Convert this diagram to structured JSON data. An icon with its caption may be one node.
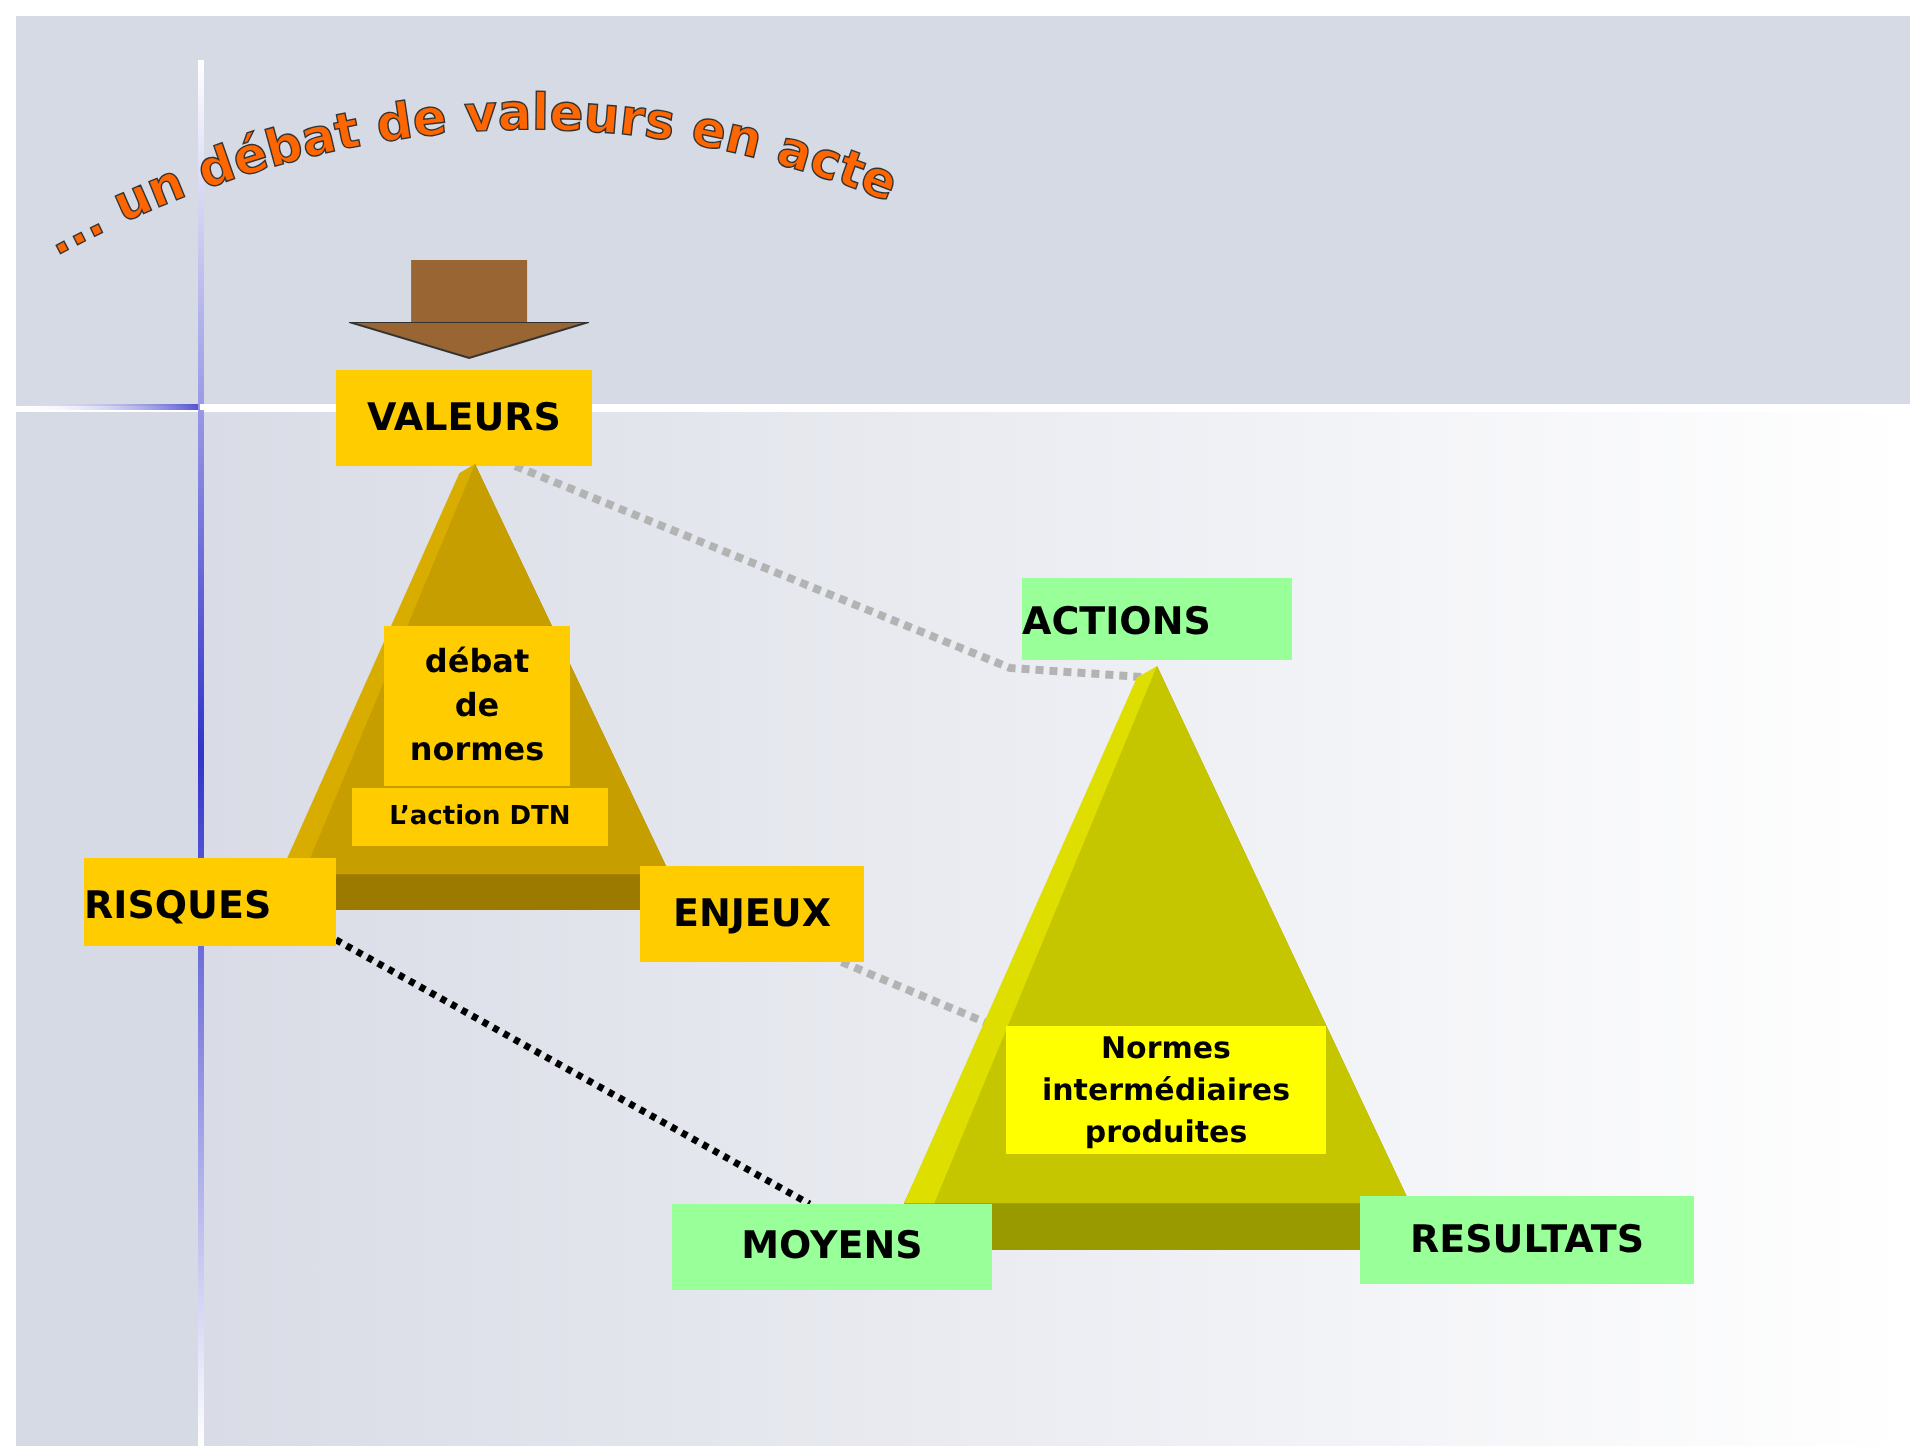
{
  "diagram": {
    "title": "... un débat de valeurs en acte",
    "nodes": [
      {
        "text": [
          "VALEURS"
        ]
      },
      {
        "text": [],
        "shape": "triangle"
      },
      {
        "text": [
          "débat de normes"
        ],
        "in": 1
      },
      {
        "text": [
          "L’action DTN"
        ],
        "in": 1
      },
      {
        "text": [
          "RISQUES"
        ]
      },
      {
        "text": [
          "ENJEUX"
        ]
      },
      {
        "text": [
          "ACTIONS"
        ]
      },
      {
        "text": [],
        "shape": "triangle"
      },
      {
        "text": [
          "Normes intermédiaires produites"
        ],
        "in": 7
      },
      {
        "text": [
          "MOYENS"
        ]
      },
      {
        "text": [
          "RESULTATS"
        ]
      }
    ],
    "edges": [
      {
        "from": 0,
        "to": 7,
        "arrow": "none",
        "style": "dashed"
      },
      {
        "from": 5,
        "to": 7,
        "arrow": "none",
        "style": "dashed"
      },
      {
        "from": 4,
        "to": 9,
        "arrow": "none",
        "style": "dashed",
        "color": "#000000"
      },
      {
        "from": null,
        "to": 0,
        "arrow": "to",
        "style": "thick",
        "color": "#996633"
      }
    ]
  }
}
